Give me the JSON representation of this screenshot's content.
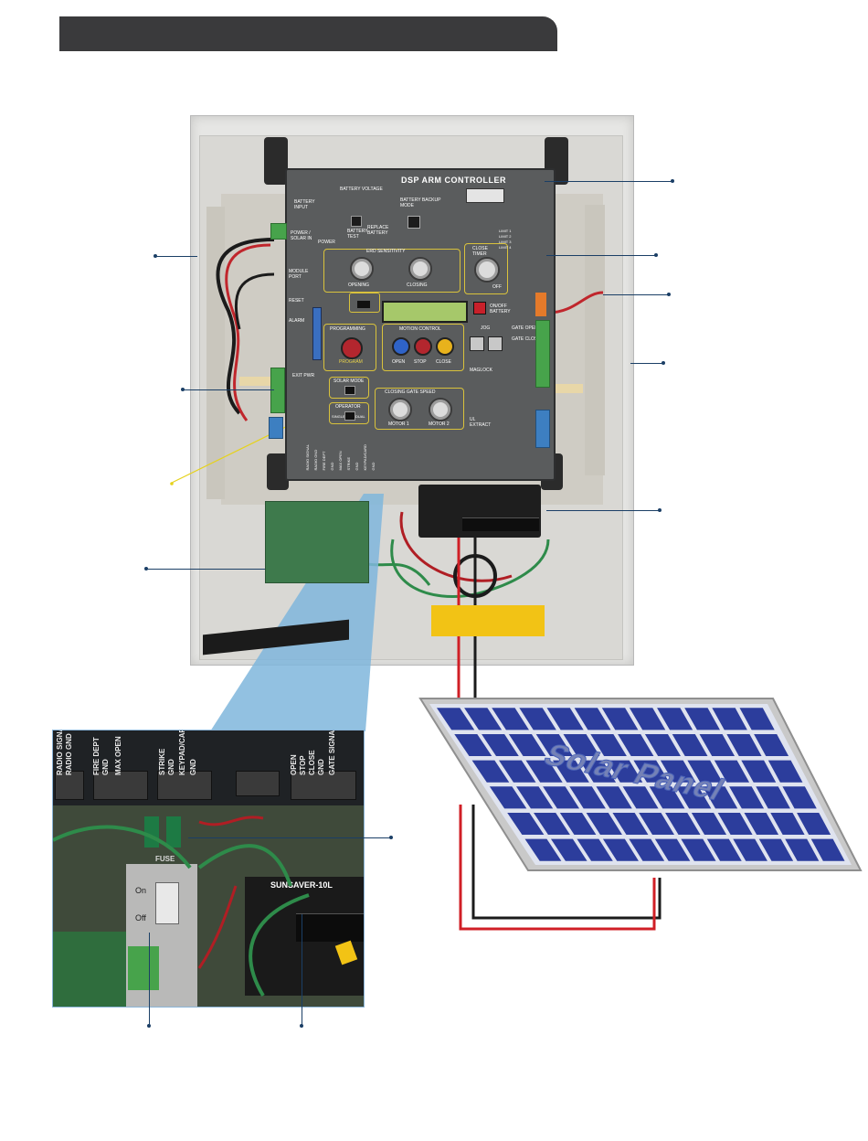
{
  "header": {
    "title": ""
  },
  "controller": {
    "title": "DSP ARM CONTROLLER",
    "battery_voltage": "BATTERY VOLTAGE",
    "battery_backup_mode": "BATTERY BACKUP MODE",
    "battery_input": "BATTERY INPUT",
    "replace_battery": "REPLACE BATTERY",
    "battery_test": "BATTERY TEST",
    "power_solar_in": "POWER / SOLAR IN",
    "power": "POWER",
    "erd_sensitivity": "ERD SENSITIVITY",
    "opening": "OPENING",
    "closing": "CLOSING",
    "close_timer": "CLOSE TIMER",
    "off": "OFF",
    "module_port": "MODULE PORT",
    "reset": "RESET",
    "alarm": "ALARM",
    "on_off_battery": "ON/OFF BATTERY",
    "programming": "PROGRAMMING",
    "program": "PROGRAM",
    "motion_control": "MOTION CONTROL",
    "open": "OPEN",
    "stop": "STOP",
    "close": "CLOSE",
    "jog": "JOG",
    "gate_open": "GATE OPEN",
    "gate_closed": "GATE CLOSED",
    "solar_mode": "SOLAR MODE",
    "operator": "OPERATOR",
    "single": "SINGLE",
    "dual": "DUAL",
    "maglock": "MAGLOCK",
    "exit_pwr": "EXIT PWR",
    "closing_gate_speed": "CLOSING GATE SPEED",
    "motor_1": "MOTOR 1",
    "motor_2": "MOTOR 2",
    "ul_extract": "UL EXTRACT",
    "limit_labels": [
      "LIMIT 1",
      "LIMIT 2",
      "LIMIT 3",
      "LIMIT 4"
    ],
    "bottom_terminals": [
      "RADIO SIGNAL",
      "RADIO GND",
      "FIRE DEPT",
      "GND",
      "MAX OPEN",
      "STRIKE",
      "GND",
      "KEYPAD/CARD",
      "GND"
    ]
  },
  "inset": {
    "terminal_labels": [
      "RADIO SIGNAL",
      "RADIO GND",
      "FIRE DEPT",
      "GND",
      "MAX OPEN",
      "STRIKE",
      "GND",
      "KEYPAD/CARD",
      "GND",
      "OPEN",
      "STOP",
      "CLOSE",
      "GND",
      "GATE SIGNAL"
    ],
    "fuse": "FUSE",
    "switch_on": "On",
    "switch_off": "Off",
    "charger_brand": "SUNSAVER-10L"
  },
  "solar_panel": {
    "label": "Solar Panel"
  },
  "colors": {
    "header_bar": "#3a3a3c",
    "callout_line": "#1b3f66",
    "solar_cell": "#2c3d9c",
    "wire_red": "#d01f26",
    "wire_black": "#1b1b1b",
    "beam": "#7fb6dc",
    "highlight_line": "#e6d21c"
  }
}
